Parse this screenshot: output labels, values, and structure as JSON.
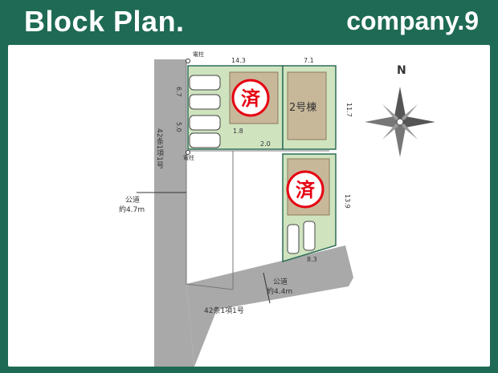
{
  "header": {
    "title": "Block Plan.",
    "company": "company.9"
  },
  "plan": {
    "compass_label": "N",
    "roads": {
      "west_road_type": "42条1項1号",
      "west_road_name": "公道",
      "west_road_width": "約4.7m",
      "south_road_type": "42条1項1号",
      "south_road_name": "公道",
      "south_road_width": "約4.4m"
    },
    "poles": {
      "top": "電柱",
      "middle": "電柱"
    },
    "dimensions": {
      "lot1_width": "14.3",
      "lot1_parking_depth": "6.7",
      "lot1_parking_depth2": "5.0",
      "lot1_setback": "1.8",
      "lot2_width": "7.1",
      "lot2_depth": "11.7",
      "gap": "2.0",
      "lot3_depth": "13.9",
      "lot3_frontage": "8.3"
    },
    "lots": {
      "lot2_label": "2号棟",
      "sold_mark_1": "済",
      "sold_mark_2": "済"
    },
    "colors": {
      "header_bg": "#1f6a55",
      "road": "#a9a9a9",
      "lot_green": "#cfe3bf",
      "lot_border": "#2f6e58",
      "building": "#c8b89a",
      "sold_red": "#e60012"
    }
  }
}
